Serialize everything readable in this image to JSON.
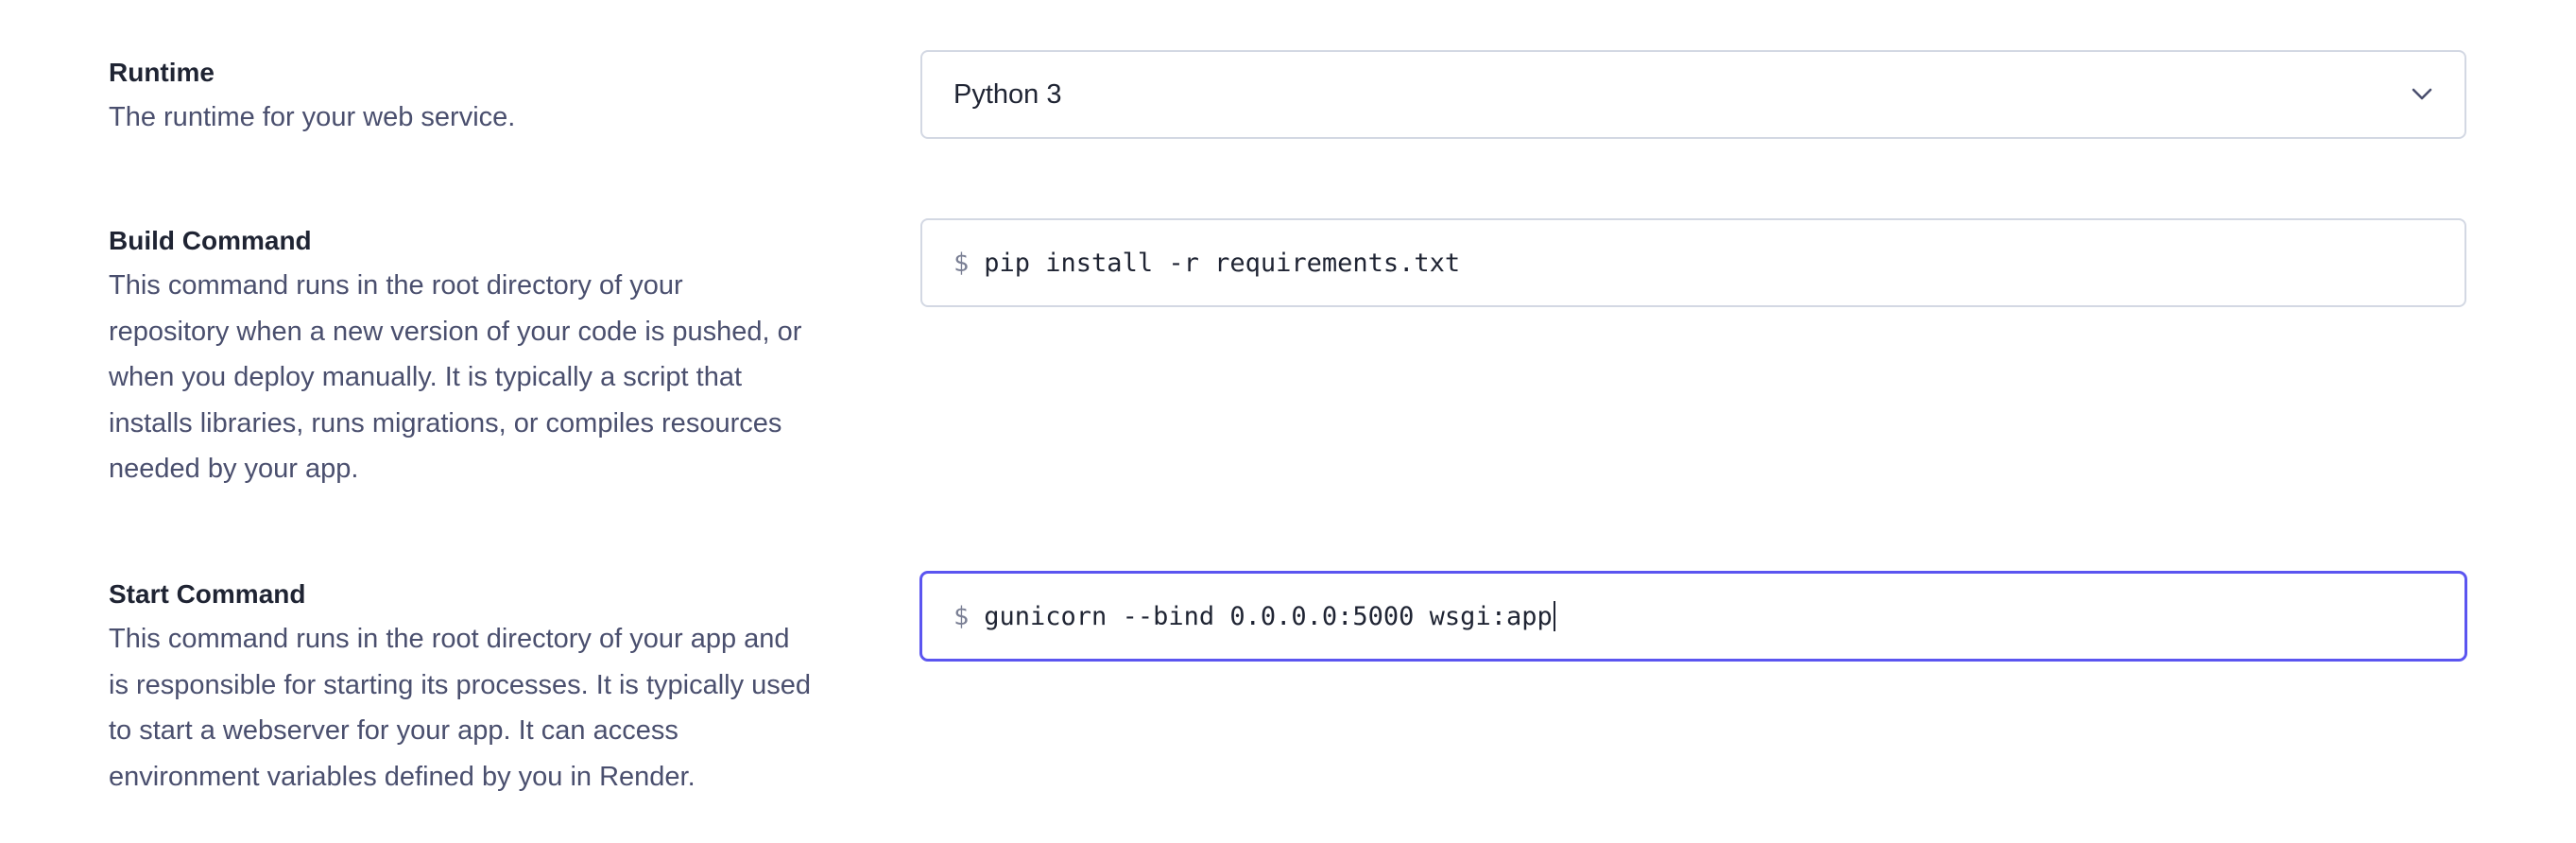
{
  "runtime": {
    "title": "Runtime",
    "description": "The runtime for your web service.",
    "selected": "Python 3",
    "icon": "chevron-down-icon"
  },
  "build_command": {
    "title": "Build Command",
    "description_lines": [
      "This command runs in the root directory of your",
      "repository when a new version of your code is pushed, or",
      "when you deploy manually. It is typically a script that",
      "installs libraries, runs migrations, or compiles resources",
      "needed by your app."
    ],
    "prompt": "$",
    "value": "pip install -r requirements.txt"
  },
  "start_command": {
    "title": "Start Command",
    "description_lines": [
      "This command runs in the root directory of your app and",
      "is responsible for starting its processes. It is typically used",
      "to start a webserver for your app. It can access",
      "environment variables defined by you in Render."
    ],
    "prompt": "$",
    "value": "gunicorn --bind 0.0.0.0:5000 wsgi:app"
  },
  "colors": {
    "focus_border": "#5b55f0",
    "input_border": "#d3d8e3",
    "description_text": "#4a4f6e"
  }
}
